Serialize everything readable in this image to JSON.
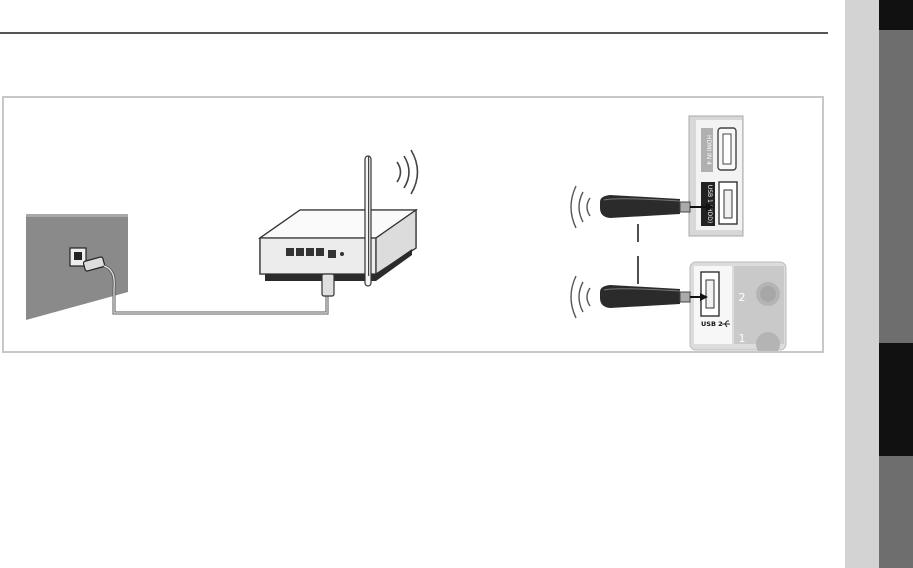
{
  "labels": {
    "hdmi_port": "HDMI IN 4",
    "usb1_port": "USB 1 (HDD)",
    "usb2_port": "USB 2",
    "port_2": "2",
    "port_1": "1"
  },
  "icons": [
    "wall-lan-port-icon",
    "router-icon",
    "wifi-signal-icon",
    "usb-wireless-adapter-icon",
    "usb-symbol-icon"
  ]
}
